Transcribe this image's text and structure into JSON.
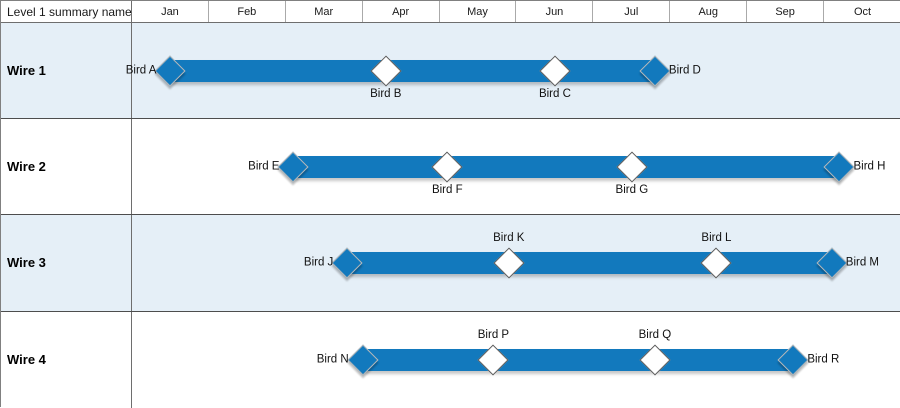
{
  "header": {
    "name_column_label": "Level 1 summary name",
    "months": [
      "Jan",
      "Feb",
      "Mar",
      "Apr",
      "May",
      "Jun",
      "Jul",
      "Aug",
      "Sep",
      "Oct"
    ]
  },
  "colors": {
    "bar": "#1279bd",
    "row_alt_background": "#e5eff7",
    "row_plain_background": "#ffffff",
    "grid_line": "#6e6e6e",
    "milestone_outline": "#5a5a5a"
  },
  "chart_data": {
    "type": "bar",
    "title": "",
    "xlabel": "",
    "ylabel": "",
    "categories": [
      "Wire 1",
      "Wire 2",
      "Wire 3",
      "Wire 4"
    ],
    "x_axis_ticks": [
      "Jan",
      "Feb",
      "Mar",
      "Apr",
      "May",
      "Jun",
      "Jul",
      "Aug",
      "Sep",
      "Oct"
    ],
    "grid": false,
    "legend": "none",
    "rows": [
      {
        "name": "Wire 1",
        "shaded": true,
        "bar_start_month": 1.0,
        "bar_end_month": 7.3,
        "milestones": [
          {
            "label": "Bird A",
            "month": 1.0,
            "style": "filled",
            "label_side": "left"
          },
          {
            "label": "Bird B",
            "month": 3.8,
            "style": "hollow",
            "label_side": "below"
          },
          {
            "label": "Bird C",
            "month": 6.0,
            "style": "hollow",
            "label_side": "below"
          },
          {
            "label": "Bird D",
            "month": 7.3,
            "style": "filled",
            "label_side": "right"
          }
        ]
      },
      {
        "name": "Wire 2",
        "shaded": false,
        "bar_start_month": 2.6,
        "bar_end_month": 9.7,
        "milestones": [
          {
            "label": "Bird E",
            "month": 2.6,
            "style": "filled",
            "label_side": "left"
          },
          {
            "label": "Bird F",
            "month": 4.6,
            "style": "hollow",
            "label_side": "below"
          },
          {
            "label": "Bird G",
            "month": 7.0,
            "style": "hollow",
            "label_side": "below"
          },
          {
            "label": "Bird H",
            "month": 9.7,
            "style": "filled",
            "label_side": "right"
          }
        ]
      },
      {
        "name": "Wire 3",
        "shaded": true,
        "bar_start_month": 3.3,
        "bar_end_month": 9.6,
        "milestones": [
          {
            "label": "Bird J",
            "month": 3.3,
            "style": "filled",
            "label_side": "left"
          },
          {
            "label": "Bird K",
            "month": 5.4,
            "style": "hollow",
            "label_side": "above"
          },
          {
            "label": "Bird L",
            "month": 8.1,
            "style": "hollow",
            "label_side": "above"
          },
          {
            "label": "Bird M",
            "month": 9.6,
            "style": "filled",
            "label_side": "right"
          }
        ]
      },
      {
        "name": "Wire 4",
        "shaded": false,
        "bar_start_month": 3.5,
        "bar_end_month": 9.1,
        "milestones": [
          {
            "label": "Bird N",
            "month": 3.5,
            "style": "filled",
            "label_side": "left"
          },
          {
            "label": "Bird P",
            "month": 5.2,
            "style": "hollow",
            "label_side": "above"
          },
          {
            "label": "Bird Q",
            "month": 7.3,
            "style": "hollow",
            "label_side": "above"
          },
          {
            "label": "Bird R",
            "month": 9.1,
            "style": "filled",
            "label_side": "right"
          }
        ]
      }
    ]
  }
}
